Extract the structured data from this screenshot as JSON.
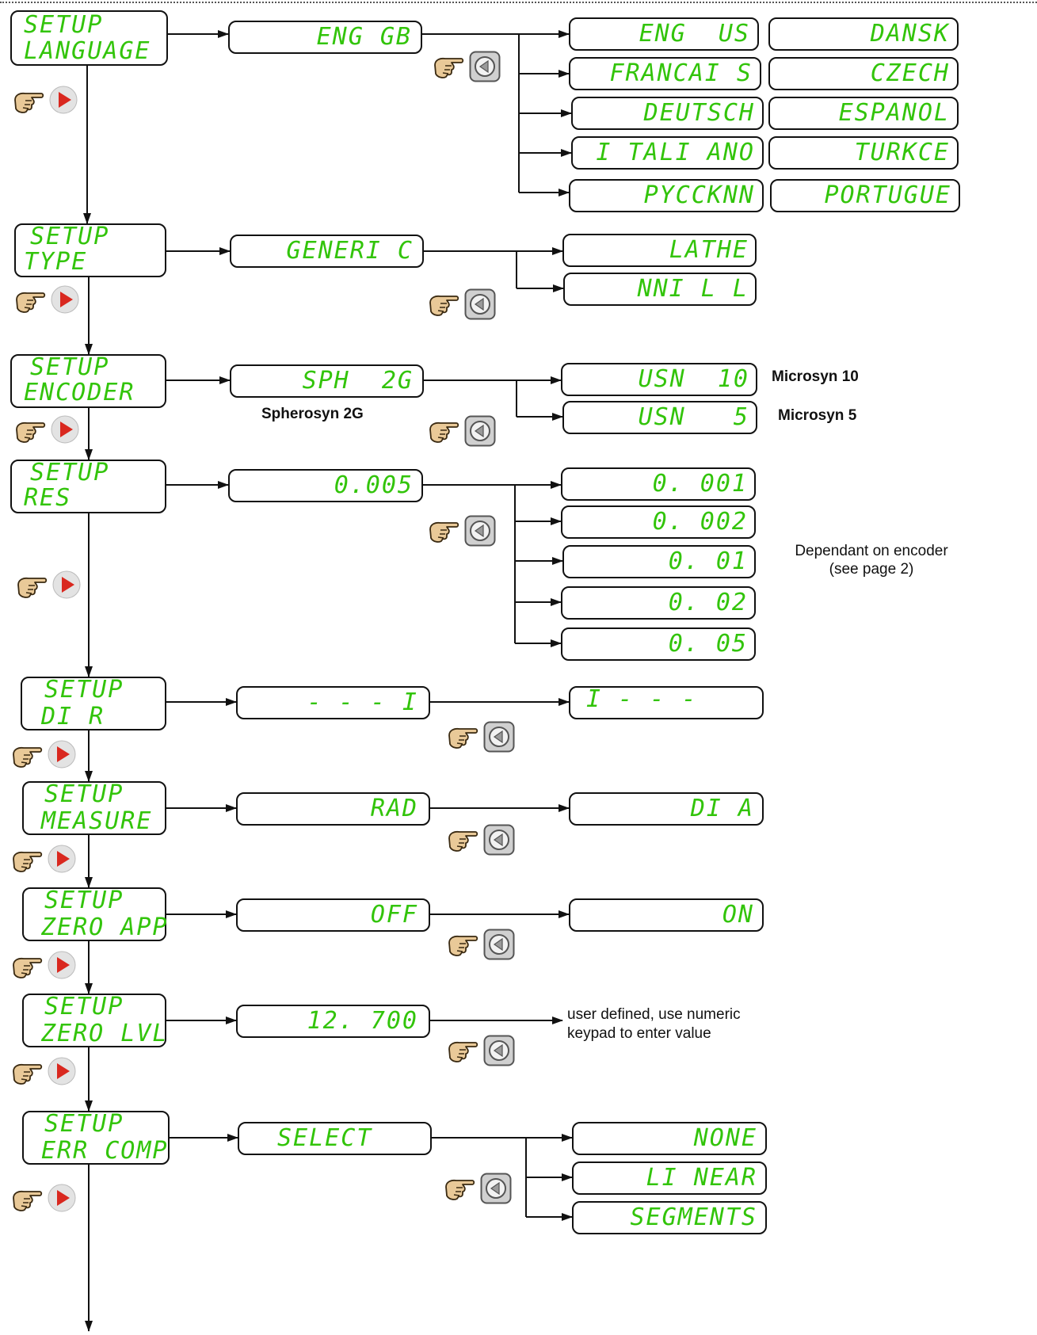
{
  "setup_steps": [
    {
      "line1": "SETUP",
      "line2": "LANGUAGE",
      "current": "ENG GB",
      "options": [
        "ENG  US",
        "FRANCAI S",
        "DEUTSCH",
        "I TALI ANO",
        "PYCCKNN",
        "DANSK",
        "CZECH",
        "ESPANOL",
        "TURKCE",
        "PORTUGUE"
      ]
    },
    {
      "line1": "SETUP",
      "line2": "TYPE",
      "current": "GENERI C",
      "options": [
        "LATHE",
        "NNI L L"
      ]
    },
    {
      "line1": "SETUP",
      "line2": "ENCODER",
      "current": "SPH  2G",
      "current_note": "Spherosyn 2G",
      "options": [
        "USN  10",
        "USN   5"
      ],
      "option_notes": [
        "Microsyn 10",
        "Microsyn 5"
      ]
    },
    {
      "line1": "SETUP",
      "line2": "RES",
      "current": "0.005",
      "options": [
        "0. 001",
        "0. 002",
        "0. 01",
        "0. 02",
        "0. 05"
      ],
      "options_note_line1": "Dependant on encoder",
      "options_note_line2": "(see page 2)"
    },
    {
      "line1": "SETUP",
      "line2": "DI R",
      "current": "- - - I",
      "options": [
        "I - - -"
      ]
    },
    {
      "line1": "SETUP",
      "line2": "MEASURE",
      "current": "RAD",
      "options": [
        "DI A"
      ]
    },
    {
      "line1": "SETUP",
      "line2": "ZERO APP",
      "current": "OFF",
      "options": [
        "ON"
      ]
    },
    {
      "line1": "SETUP",
      "line2": "ZERO LVL",
      "current": "12. 700",
      "options_note_line1": "user defined, use numeric",
      "options_note_line2": "keypad to enter value"
    },
    {
      "line1": "SETUP",
      "line2": "ERR COMP",
      "current": "SELECT",
      "options": [
        "NONE",
        "LI NEAR",
        "SEGMENTS"
      ]
    }
  ],
  "icons": {
    "next_key": "hand-pointing-right-arrow-key-icon",
    "back_key": "hand-pointing-left-arrow-key-icon",
    "next_key_color": "#d9281f",
    "back_key_color": "#9a9a9a"
  },
  "colors": {
    "lcd_green": "#32c40a",
    "line": "#111111"
  }
}
